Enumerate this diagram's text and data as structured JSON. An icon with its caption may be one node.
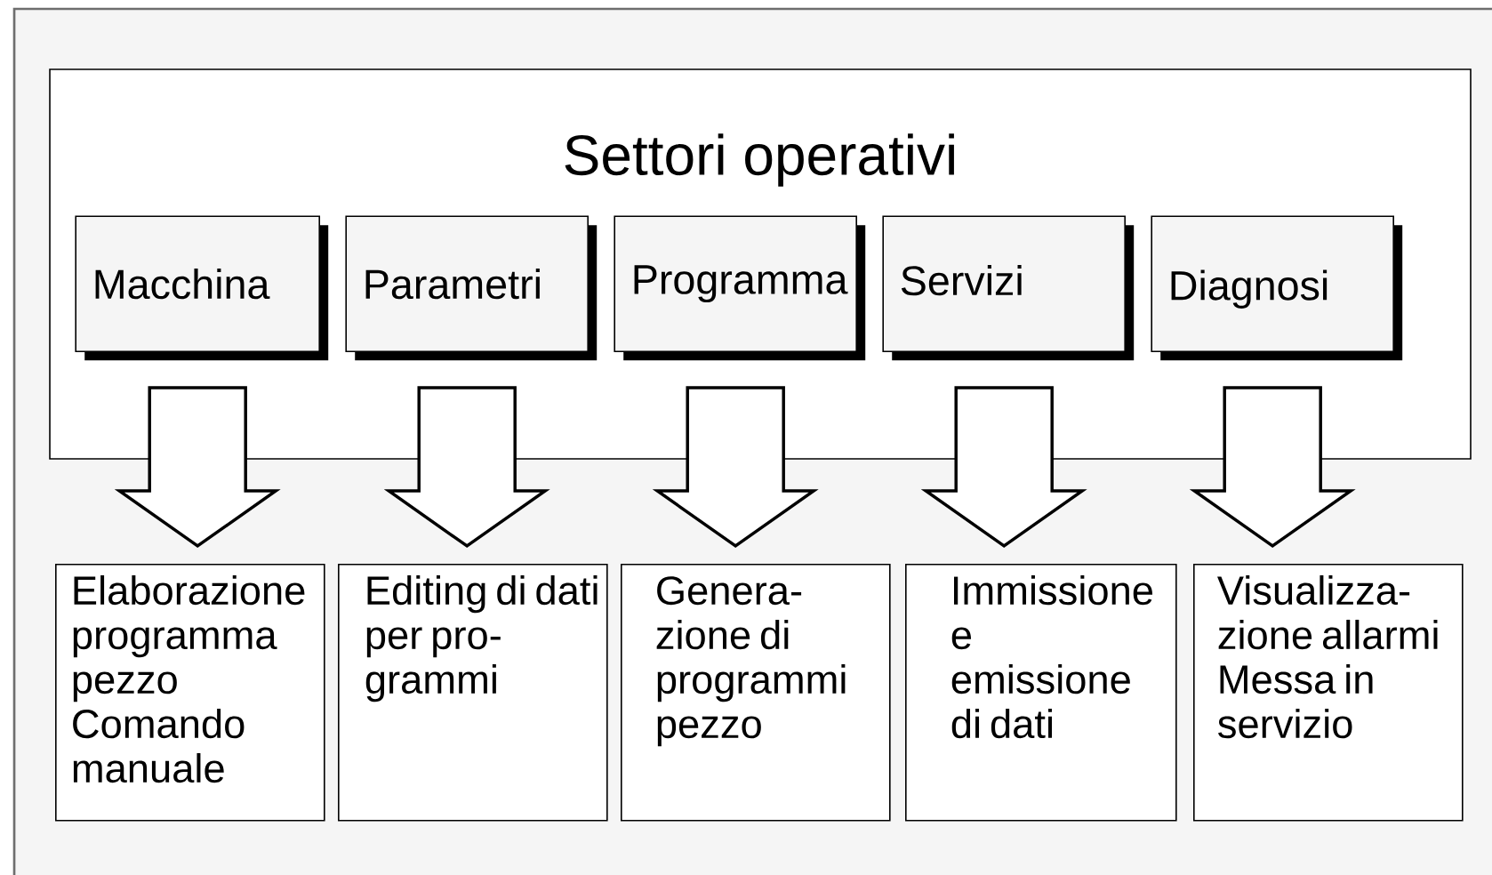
{
  "diagram": {
    "nodes": [
      {
        "text": [
          "Settori operativi"
        ]
      },
      {
        "text": [
          "Macchina"
        ],
        "in": 0
      },
      {
        "text": [
          "Parametri"
        ],
        "in": 0
      },
      {
        "text": [
          "Programma"
        ],
        "in": 0
      },
      {
        "text": [
          "Servizi"
        ],
        "in": 0
      },
      {
        "text": [
          "Diagnosi"
        ],
        "in": 0
      },
      {
        "text": [
          "Elaborazione programma pezzo Comando manuale"
        ]
      },
      {
        "text": [
          "Editing di dati per pro- grammi"
        ]
      },
      {
        "text": [
          "Genera- zione di programmi pezzo"
        ]
      },
      {
        "text": [
          "Immissione e emissione di dati"
        ]
      },
      {
        "text": [
          "Visualizza- zione allarmi Messa in servizio"
        ]
      }
    ],
    "edges": [
      {
        "from": 1,
        "to": 6,
        "arrow": "to"
      },
      {
        "from": 2,
        "to": 7,
        "arrow": "to"
      },
      {
        "from": 3,
        "to": 8,
        "arrow": "to"
      },
      {
        "from": 4,
        "to": 9,
        "arrow": "to"
      },
      {
        "from": 5,
        "to": 10,
        "arrow": "to"
      }
    ]
  }
}
